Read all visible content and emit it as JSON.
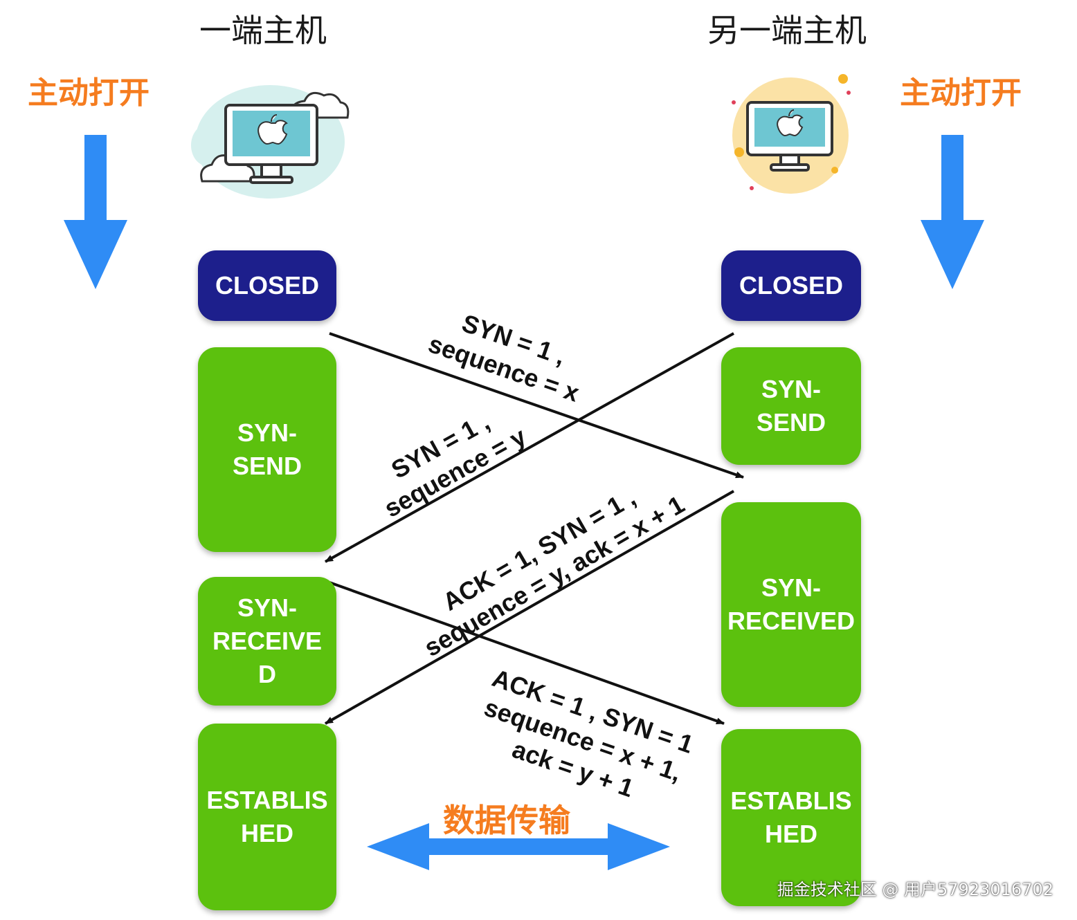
{
  "hosts": {
    "left": {
      "title": "一端主机",
      "open_label": "主动打开"
    },
    "right": {
      "title": "另一端主机",
      "open_label": "主动打开"
    }
  },
  "states": {
    "left": {
      "closed": "CLOSED",
      "syn_send": [
        "SYN-",
        "SEND"
      ],
      "syn_received": [
        "SYN-",
        "RECEIVE",
        "D"
      ],
      "established": [
        "ESTABLIS",
        "HED"
      ]
    },
    "right": {
      "closed": "CLOSED",
      "syn_send": [
        "SYN-",
        "SEND"
      ],
      "syn_received": [
        "SYN-",
        "RECEIVED"
      ],
      "established": [
        "ESTABLIS",
        "HED"
      ]
    }
  },
  "messages": {
    "left_syn": [
      "SYN = 1 ,",
      "sequence = x"
    ],
    "right_syn": [
      "SYN = 1 ,",
      "sequence = y"
    ],
    "right_ack": [
      "ACK = 1, SYN = 1 ,",
      "sequence = y, ack = x + 1"
    ],
    "left_ack": [
      "ACK = 1 , SYN = 1",
      "sequence = x + 1,",
      "ack = y + 1"
    ]
  },
  "data_transfer": "数据传输",
  "watermark": "掘金技术社区 @ 用户57923016702",
  "colors": {
    "closed": "#1d1f8c",
    "state_green": "#5cc10e",
    "arrow_blue": "#2f8cf5",
    "label_orange": "#f57c1f"
  },
  "icons": {
    "left": "computer-cloud-icon",
    "right": "computer-sun-icon"
  }
}
